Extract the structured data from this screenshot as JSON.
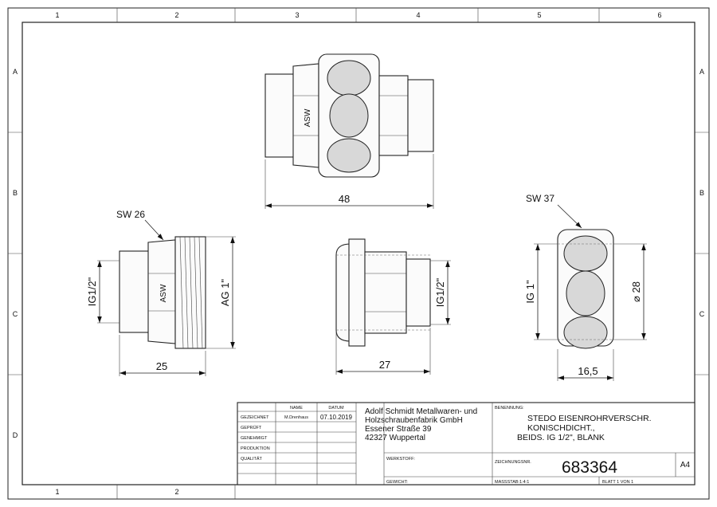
{
  "border": {
    "columns": [
      "1",
      "2",
      "3",
      "4",
      "5",
      "6"
    ],
    "rows": [
      "A",
      "B",
      "C",
      "D"
    ]
  },
  "views": {
    "top": {
      "label": "ASW",
      "dimension": "48"
    },
    "left": {
      "callout": "SW 26",
      "label": "ASW",
      "dim_inner": "IG1/2\"",
      "dim_outer": "AG 1\"",
      "dim_length": "25"
    },
    "middle": {
      "dim_inner": "IG1/2\"",
      "dim_length": "27"
    },
    "right": {
      "callout": "SW 37",
      "dim_thread": "IG 1\"",
      "dim_diameter": "⌀ 28",
      "dim_length": "16,5"
    }
  },
  "title_block": {
    "col_name": "NAME",
    "col_date": "DATUM",
    "rows": [
      {
        "label": "GEZEICHNET",
        "name": "M.Drenhaus",
        "date": "07.10.2019"
      },
      {
        "label": "GEPRÜFT",
        "name": "",
        "date": ""
      },
      {
        "label": "GENEHMIGT",
        "name": "",
        "date": ""
      },
      {
        "label": "PRODUKTION",
        "name": "",
        "date": ""
      },
      {
        "label": "QUALITÄT",
        "name": "",
        "date": ""
      }
    ],
    "company": [
      "Adolf Schmidt Metallwaren- und",
      "Holzschraubenfabrik GmbH",
      "Essener Straße 39",
      "42327 Wuppertal"
    ],
    "benennung_label": "BENENNUNG:",
    "benennung": [
      "STEDO EISENROHRVERSCHR.",
      "KONISCHDICHT.,",
      "BEIDS. IG 1/2\", BLANK"
    ],
    "werkstoff_label": "WERKSTOFF:",
    "zeichnungsnr_label": "ZEICHNUNGSNR.",
    "zeichnungsnr": "683364",
    "format": "A4",
    "gewicht_label": "GEWICHT:",
    "massstab": "MASSSTAB:1:4:1",
    "blatt": "BLATT 1 VON 1"
  }
}
